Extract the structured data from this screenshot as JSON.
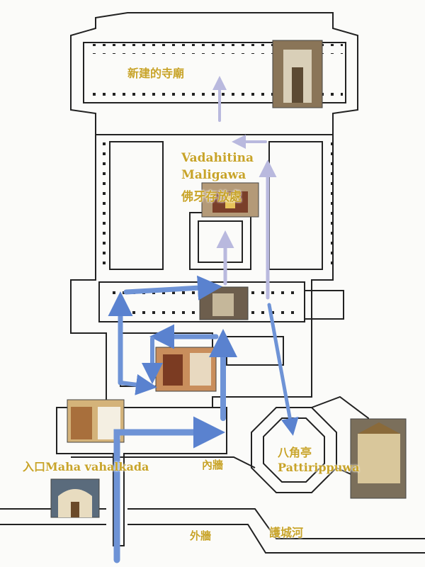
{
  "labels": {
    "new_temple": "新建的寺廟",
    "vadahitina_1": "Vadahitina",
    "vadahitina_2": "Maligawa",
    "tooth_relic_room": "佛牙存放處",
    "entrance": "入口Maha vahalkada",
    "inner_wall": "內牆",
    "octagon_cn": "八角亭",
    "octagon_en": "Pattirippuwa",
    "outer_wall": "外牆",
    "moat": "護城河"
  },
  "colors": {
    "label": "#c8a42a",
    "route_arrow": "#6e93d6",
    "return_arrow": "#c8c8e6",
    "plan_line": "#222222"
  },
  "photos": [
    "new-temple-hall-photo",
    "shrine-room-photo",
    "corridor-photo",
    "drummers-hall-photo",
    "entrance-corridor-photo",
    "entrance-gate-photo",
    "octagon-photo"
  ]
}
